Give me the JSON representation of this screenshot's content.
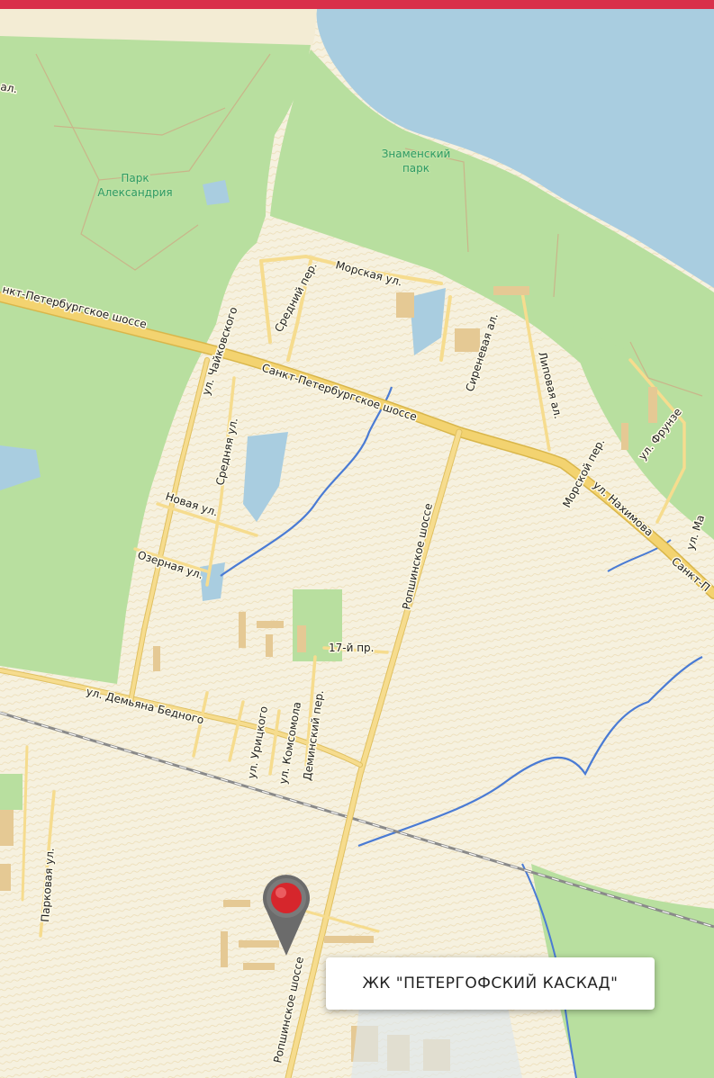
{
  "colors": {
    "top_bar": "#d9304a",
    "water": "#a9cde0",
    "park": "#b8df9f",
    "land": "#f6f1df",
    "major_road": "#f3d370",
    "minor_road": "#f6dc8e",
    "river": "#4a7bd4",
    "building": "#e5c994",
    "marker": "#d6262c"
  },
  "park_labels": {
    "alexandria": "Парк\nАлександрия",
    "alexandria_line1": "Парк",
    "alexandria_line2": "Александрия",
    "znamensky_line1": "Знаменский",
    "znamensky_line2": "парк"
  },
  "street_labels": {
    "pr_al_partial": "ал.",
    "spb_shosse_left": "нкт-Петербургское шоссе",
    "spb_shosse_center": "Санкт-Петербургское шоссе",
    "spb_shosse_right": "Санкт-П",
    "morskaya": "Морская ул.",
    "sredny_per": "Средний пер.",
    "chaikovskogo": "ул. Чайковского",
    "srednyaya": "Средняя ул.",
    "novaya": "Новая ул.",
    "ozernaya": "Озерная ул.",
    "sirenevaya": "Сиреневая ал.",
    "lipovaya": "Липовая ал.",
    "morskoy_per": "Морской пер.",
    "frunze": "ул. Фрунзе",
    "nakhimova": "ул. Нахимова",
    "ma_partial": "ул. Ма",
    "roshinskoe_upper": "Ропшинское шоссе",
    "roshinskoe_lower": "Ропшинское шоссе",
    "pr_17": "17-й пр.",
    "demyana_bednogo": "ул. Демьяна Бедного",
    "uritskogo": "ул. Урицкого",
    "komsomola": "ул. Комсомола",
    "deminsky": "Деминский пер.",
    "parkovaya": "Парковая ул."
  },
  "marker": {
    "icon": "map-pin-icon",
    "label": "ЖК \"ПЕТЕРГОФСКИЙ КАСКАД\""
  }
}
